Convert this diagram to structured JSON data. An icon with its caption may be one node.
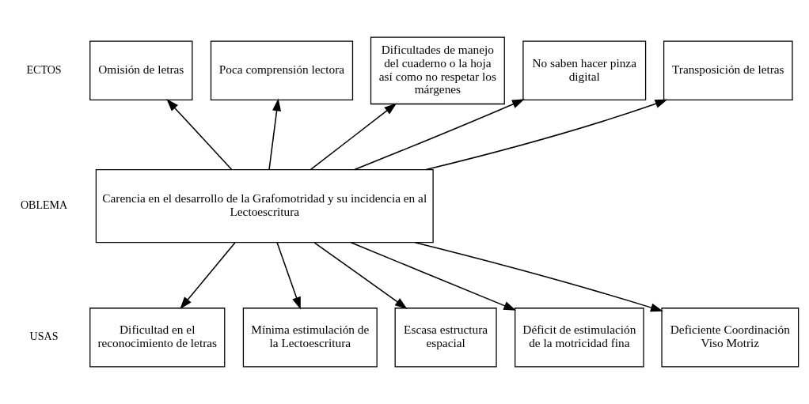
{
  "diagram": {
    "nodes": [
      {
        "text": [
          "Omisión de letras"
        ]
      },
      {
        "text": [
          "Poca comprensión lectora"
        ]
      },
      {
        "text": [
          "Dificultades de manejo del cuaderno o la hoja así como no respetar los márgenes"
        ]
      },
      {
        "text": [
          "No saben hacer pinza digital"
        ]
      },
      {
        "text": [
          "Transposición de letras"
        ]
      },
      {
        "text": [
          "Carencia en el desarrollo de la Grafomotridad y su incidencia en al Lectoescritura"
        ]
      },
      {
        "text": [
          "Dificultad en el reconocimiento de letras"
        ]
      },
      {
        "text": [
          "Mínima estimulación de la Lectoescritura"
        ]
      },
      {
        "text": [
          "Escasa estructura espacial"
        ]
      },
      {
        "text": [
          "Déficit de estimulación de la motricidad fina"
        ]
      },
      {
        "text": [
          "Deficiente Coordinación Viso Motriz"
        ]
      }
    ],
    "edges": [
      {
        "from": 5,
        "to": 0,
        "arrow": "to"
      },
      {
        "from": 5,
        "to": 1,
        "arrow": "to"
      },
      {
        "from": 5,
        "to": 2,
        "arrow": "to"
      },
      {
        "from": 5,
        "to": 3,
        "arrow": "to"
      },
      {
        "from": 5,
        "to": 4,
        "arrow": "to"
      },
      {
        "from": 5,
        "to": 6,
        "arrow": "to"
      },
      {
        "from": 5,
        "to": 7,
        "arrow": "to"
      },
      {
        "from": 5,
        "to": 8,
        "arrow": "to"
      },
      {
        "from": 5,
        "to": 9,
        "arrow": "to"
      },
      {
        "from": 5,
        "to": 10,
        "arrow": "to"
      }
    ],
    "labels": [
      "ECTOS",
      "OBLEMA",
      "USAS"
    ]
  }
}
